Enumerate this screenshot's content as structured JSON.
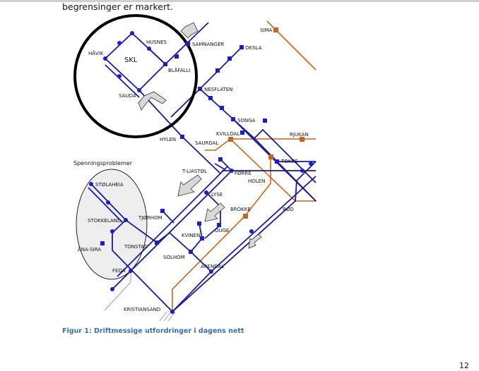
{
  "intro_text": "begrensinger er markert.",
  "caption": "Figur 1: Driftmessige utfordringer i dagens nett",
  "page_number": "12",
  "diagram": {
    "region_label": "SKL",
    "problem_label": "Spenningsproblemer",
    "stations": {
      "sima": "SIMA",
      "oksla": "OKSLA",
      "samnanger": "SAMNANGER",
      "husnes": "HUSNES",
      "havik": "HÅVIK",
      "blafalli": "BLÅFALLI",
      "sauda": "SAUDA",
      "nesflaten": "NESFLATEN",
      "songa": "SONGA",
      "hylen": "HYLEN",
      "kvilldal": "KVILLDAL",
      "rjukan": "RJUKAN",
      "saurdal": "SAURDAL",
      "tokke": "TOKKE",
      "t_liastol": "T-LIASTØL",
      "forre": "FØRRE",
      "holen": "HOLEN",
      "lyse": "LYSE",
      "rod": "RØD",
      "brokke": "BROKKE",
      "tjorhom": "TJØRHOM",
      "ouge": "OUGE",
      "kvinen": "KVINEN",
      "solhom": "SOLHOM",
      "tonstad": "TONSTAD",
      "arendal": "ARENDAL",
      "kristiansand": "KRISTIANSAND",
      "feda": "FEDA",
      "stolaheia": "STØLAHEIA",
      "stokkeland": "STOKKELAND",
      "ana_sira": "ÅNA-SIRA"
    },
    "colors": {
      "line": "#1a1a9e",
      "node": "#1b1bd0",
      "hydro": "#c8651a",
      "hvdc": "#b58ad6"
    }
  }
}
